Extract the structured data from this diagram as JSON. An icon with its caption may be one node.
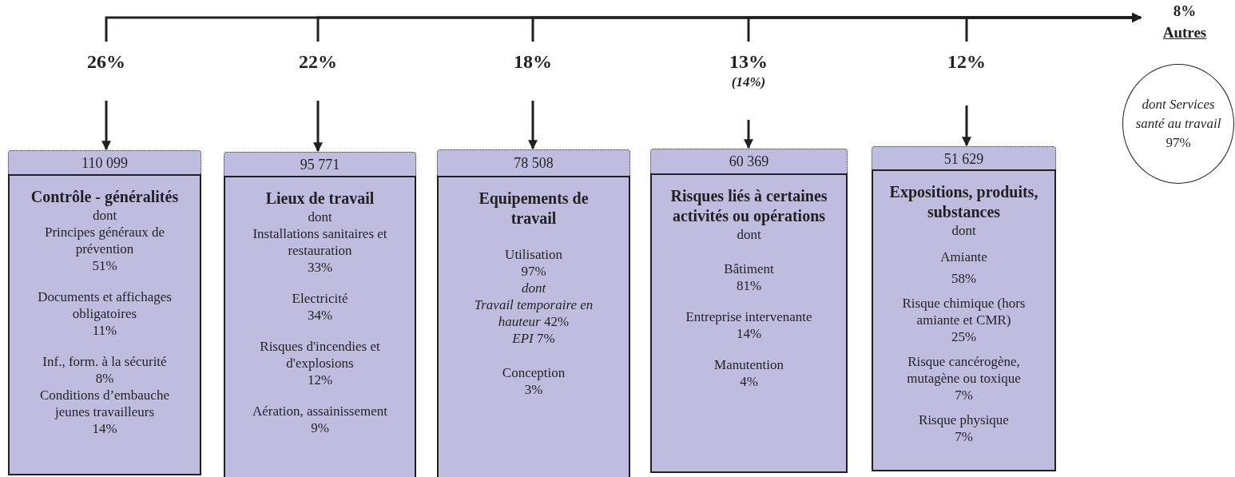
{
  "diagram": {
    "nodes": [
      {
        "text": [
          "26%"
        ]
      },
      {
        "text": [
          "110 099"
        ]
      },
      {
        "text": [
          "Contrôle - généralités",
          "dont",
          "Principes généraux de prévention",
          "51%",
          "Documents et affichages obligatoires",
          "11%",
          "Inf., form. à la sécurité",
          "8%",
          "Conditions d’embauche jeunes travailleurs",
          "14%"
        ]
      },
      {
        "text": [
          "22%"
        ]
      },
      {
        "text": [
          "95 771"
        ]
      },
      {
        "text": [
          "Lieux de travail",
          "dont",
          "Installations sanitaires et restauration",
          "33%",
          "Electricité",
          "34%",
          "Risques d'incendies et d'explosions",
          "12%",
          "Aération, assainissement",
          "9%"
        ]
      },
      {
        "text": [
          "18%"
        ]
      },
      {
        "text": [
          "78 508"
        ]
      },
      {
        "text": [
          "Equipements de travail",
          "Utilisation",
          "97%",
          "dont",
          "*Travail temporaire en hauteur* 42%",
          "*EPI* 7%",
          "Conception",
          "3%"
        ]
      },
      {
        "text": [
          "13%",
          "(14%)"
        ]
      },
      {
        "text": [
          "60 369"
        ]
      },
      {
        "text": [
          "Risques liés à certaines activités ou opérations",
          "dont",
          "Bâtiment",
          "81%",
          "Entreprise intervenante",
          "14%",
          "Manutention",
          "4%"
        ]
      },
      {
        "text": [
          "12%"
        ]
      },
      {
        "text": [
          "51 629"
        ]
      },
      {
        "text": [
          "Expositions, produits, substances",
          "dont",
          "Amiante",
          "58%",
          "Risque chimique (hors amiante et CMR)",
          "25%",
          "Risque cancérogène, mutagène ou toxique",
          "7%",
          "Risque physique",
          "7%"
        ]
      },
      {
        "text": [
          "8%",
          "Autres"
        ]
      },
      {
        "text": [
          "dont Services santé au travail",
          "97%"
        ]
      }
    ],
    "edges": [
      {
        "from": 0,
        "to": 1,
        "arrow": "to"
      },
      {
        "from": 3,
        "to": 4,
        "arrow": "to"
      },
      {
        "from": 6,
        "to": 7,
        "arrow": "to"
      },
      {
        "from": 9,
        "to": 10,
        "arrow": "to"
      },
      {
        "from": 12,
        "to": 13,
        "arrow": "to"
      },
      {
        "from": 0,
        "to": 15,
        "arrow": "to"
      },
      {
        "from": 3,
        "to": 15,
        "arrow": "to"
      },
      {
        "from": 6,
        "to": 15,
        "arrow": "to"
      },
      {
        "from": 9,
        "to": 15,
        "arrow": "to"
      },
      {
        "from": 12,
        "to": 15,
        "arrow": "to"
      }
    ]
  }
}
